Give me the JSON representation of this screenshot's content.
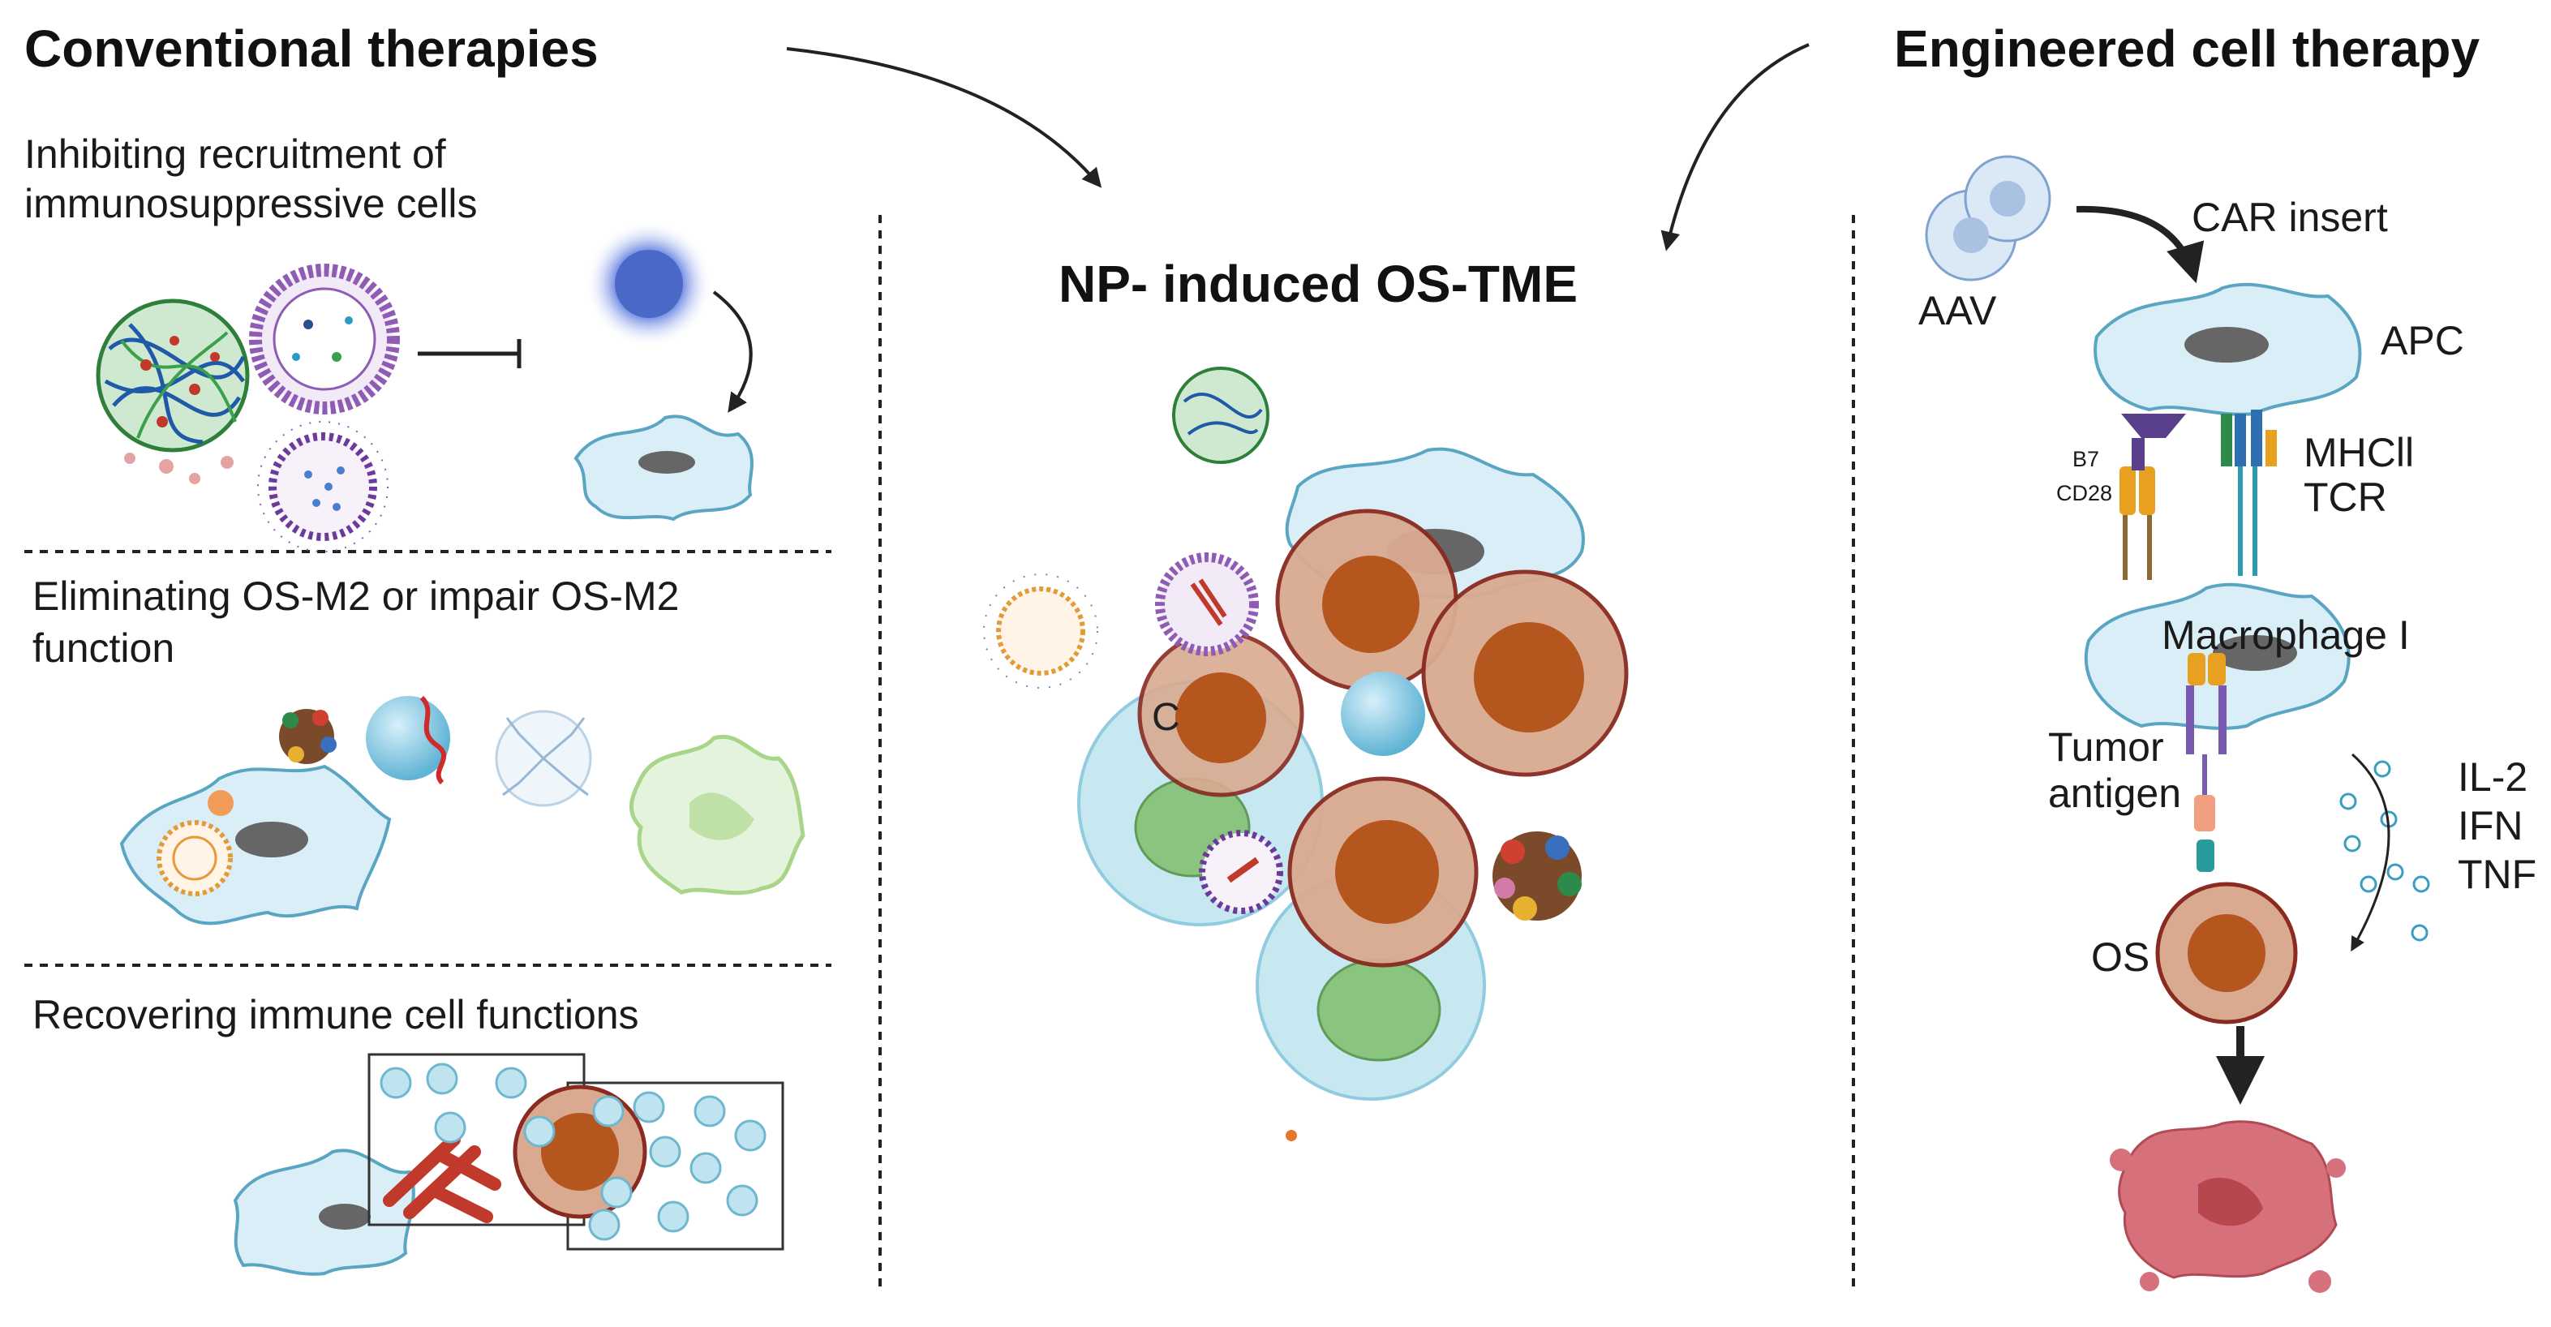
{
  "left_panel": {
    "title": "Conventional therapies",
    "section1": {
      "line1": "Inhibiting recruitment of",
      "line2": "immunosuppressive cells"
    },
    "section2": {
      "line1": "Eliminating OS-M2 or impair OS-M2",
      "line2": "function"
    },
    "section3": {
      "line1": "Recovering immune cell functions"
    }
  },
  "center_panel": {
    "title": "NP- induced OS-TME",
    "cell_label": "C"
  },
  "right_panel": {
    "title": "Engineered cell therapy",
    "aav": "AAV",
    "car_insert": "CAR insert",
    "apc": "APC",
    "b7": "B7",
    "cd28": "CD28",
    "mhcii": "MHCll",
    "tcr": "TCR",
    "macrophage": "Macrophage I",
    "tumor_antigen": {
      "line1": "Tumor",
      "line2": "antigen"
    },
    "cytokines": [
      "IL-2",
      "IFN",
      "TNF"
    ],
    "os": "OS"
  },
  "colors": {
    "macrophage_fill": "#d9eef6",
    "macrophage_stroke": "#5aa6c2",
    "tumor_outer": "#d9aa90",
    "tumor_core": "#b5561f",
    "tumor_stroke": "#8a2a20",
    "liposome": "#8e5bb5",
    "vesicle_blue": "#8dcde6",
    "green_cell": "#7fbf6a",
    "dead_cell": "#d6707a",
    "receptor_orange": "#e8a020"
  }
}
